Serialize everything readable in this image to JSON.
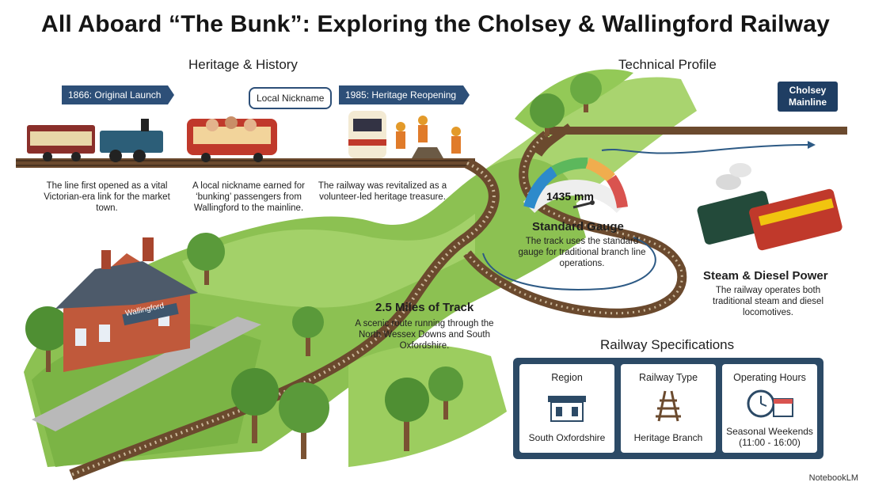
{
  "title": "All Aboard “The Bunk”: Exploring the Cholsey & Wallingford Railway",
  "heritage": {
    "heading": "Heritage & History",
    "flags": [
      "1866: Original Launch",
      "1985: Heritage Reopening"
    ],
    "bubble": "Local Nickname",
    "captions": [
      "The line first opened as a vital Victorian-era link for the market town.",
      "A local nickname earned for ‘bunking’ passengers from Wallingford to the mainline.",
      "The railway was revitalized as a volunteer-led heritage treasure."
    ]
  },
  "technical": {
    "heading": "Technical Profile",
    "mainline_label": "Cholsey Mainline",
    "gauge_value": "1435 mm",
    "gauge_title": "Standard Gauge",
    "gauge_caption": "The track uses the standard gauge for traditional branch line operations.",
    "power_title": "Steam & Diesel Power",
    "power_caption": "The railway operates both traditional steam and diesel locomotives."
  },
  "track": {
    "title": "2.5 Miles of Track",
    "caption": "A scenic route running through the North Wessex Downs and South Oxfordshire."
  },
  "station_sign": "Wallingford",
  "specs": {
    "heading": "Railway Specifications",
    "cards": [
      {
        "label": "Region",
        "value": "South Oxfordshire",
        "icon": "station-icon"
      },
      {
        "label": "Railway Type",
        "value": "Heritage Branch",
        "icon": "track-icon"
      },
      {
        "label": "Operating Hours",
        "value": "Seasonal Weekends (11:00 - 16:00)",
        "icon": "clock-calendar-icon"
      }
    ]
  },
  "brand": "NotebookLM",
  "colors": {
    "navy": "#2d4f78",
    "grass": "#8cc152",
    "rail": "#6b4a2e",
    "train_red": "#c0392b"
  }
}
